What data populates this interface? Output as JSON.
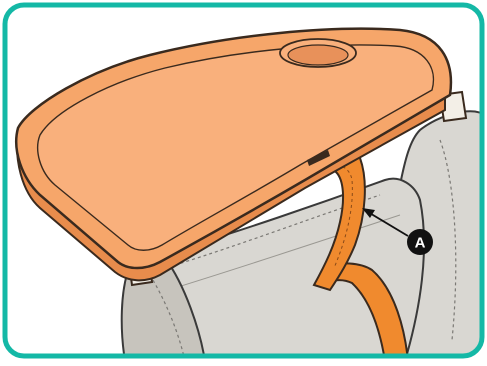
{
  "callout": {
    "label": "A"
  },
  "colors": {
    "frame_border": "#14b8a6",
    "tray_fill": "#f6a66a",
    "tray_outline": "#3a2a1e",
    "strap_fill": "#f08a2e",
    "seat_fill": "#d9d7d2",
    "seat_fill_dark": "#c7c4bd",
    "stitch": "#7a7874",
    "callout_circle": "#111111",
    "callout_text": "#ffffff"
  },
  "icons": {
    "frame": "rounded-frame",
    "illustration": "high-chair-tray-and-strap",
    "pointer": "arrow-icon"
  }
}
